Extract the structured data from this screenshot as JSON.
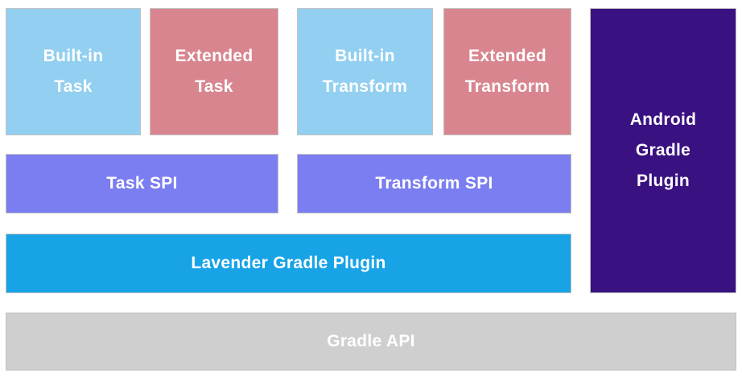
{
  "diagram": {
    "description": "Layered architecture diagram of a Gradle plugin system"
  },
  "colors": {
    "light_blue": "#92CFF0",
    "rose": "#D9858F",
    "periwinkle": "#7B7EF0",
    "cyan_blue": "#17A3E6",
    "deep_purple": "#3A1180",
    "gray": "#CFCFCF",
    "border": "#C2C2C2",
    "text": "#FFFFFF"
  },
  "boxes": [
    {
      "id": "built-in-task",
      "label": "Built-in Task",
      "lines": [
        "Built-in",
        "Task"
      ]
    },
    {
      "id": "extended-task",
      "label": "Extended Task",
      "lines": [
        "Extended",
        "Task"
      ]
    },
    {
      "id": "built-in-transform",
      "label": "Built-in Transform",
      "lines": [
        "Built-in",
        "Transform"
      ]
    },
    {
      "id": "extended-transform",
      "label": "Extended Transform",
      "lines": [
        "Extended",
        "Transform"
      ]
    },
    {
      "id": "task-spi",
      "label": "Task SPI",
      "lines": [
        "Task SPI"
      ]
    },
    {
      "id": "transform-spi",
      "label": "Transform SPI",
      "lines": [
        "Transform SPI"
      ]
    },
    {
      "id": "lavender-gradle-plugin",
      "label": "Lavender Gradle Plugin",
      "lines": [
        "Lavender Gradle Plugin"
      ]
    },
    {
      "id": "android-gradle-plugin",
      "label": "Android Gradle Plugin",
      "lines": [
        "Android",
        "Gradle",
        "Plugin"
      ]
    },
    {
      "id": "gradle-api",
      "label": "Gradle API",
      "lines": [
        "Gradle API"
      ]
    }
  ]
}
